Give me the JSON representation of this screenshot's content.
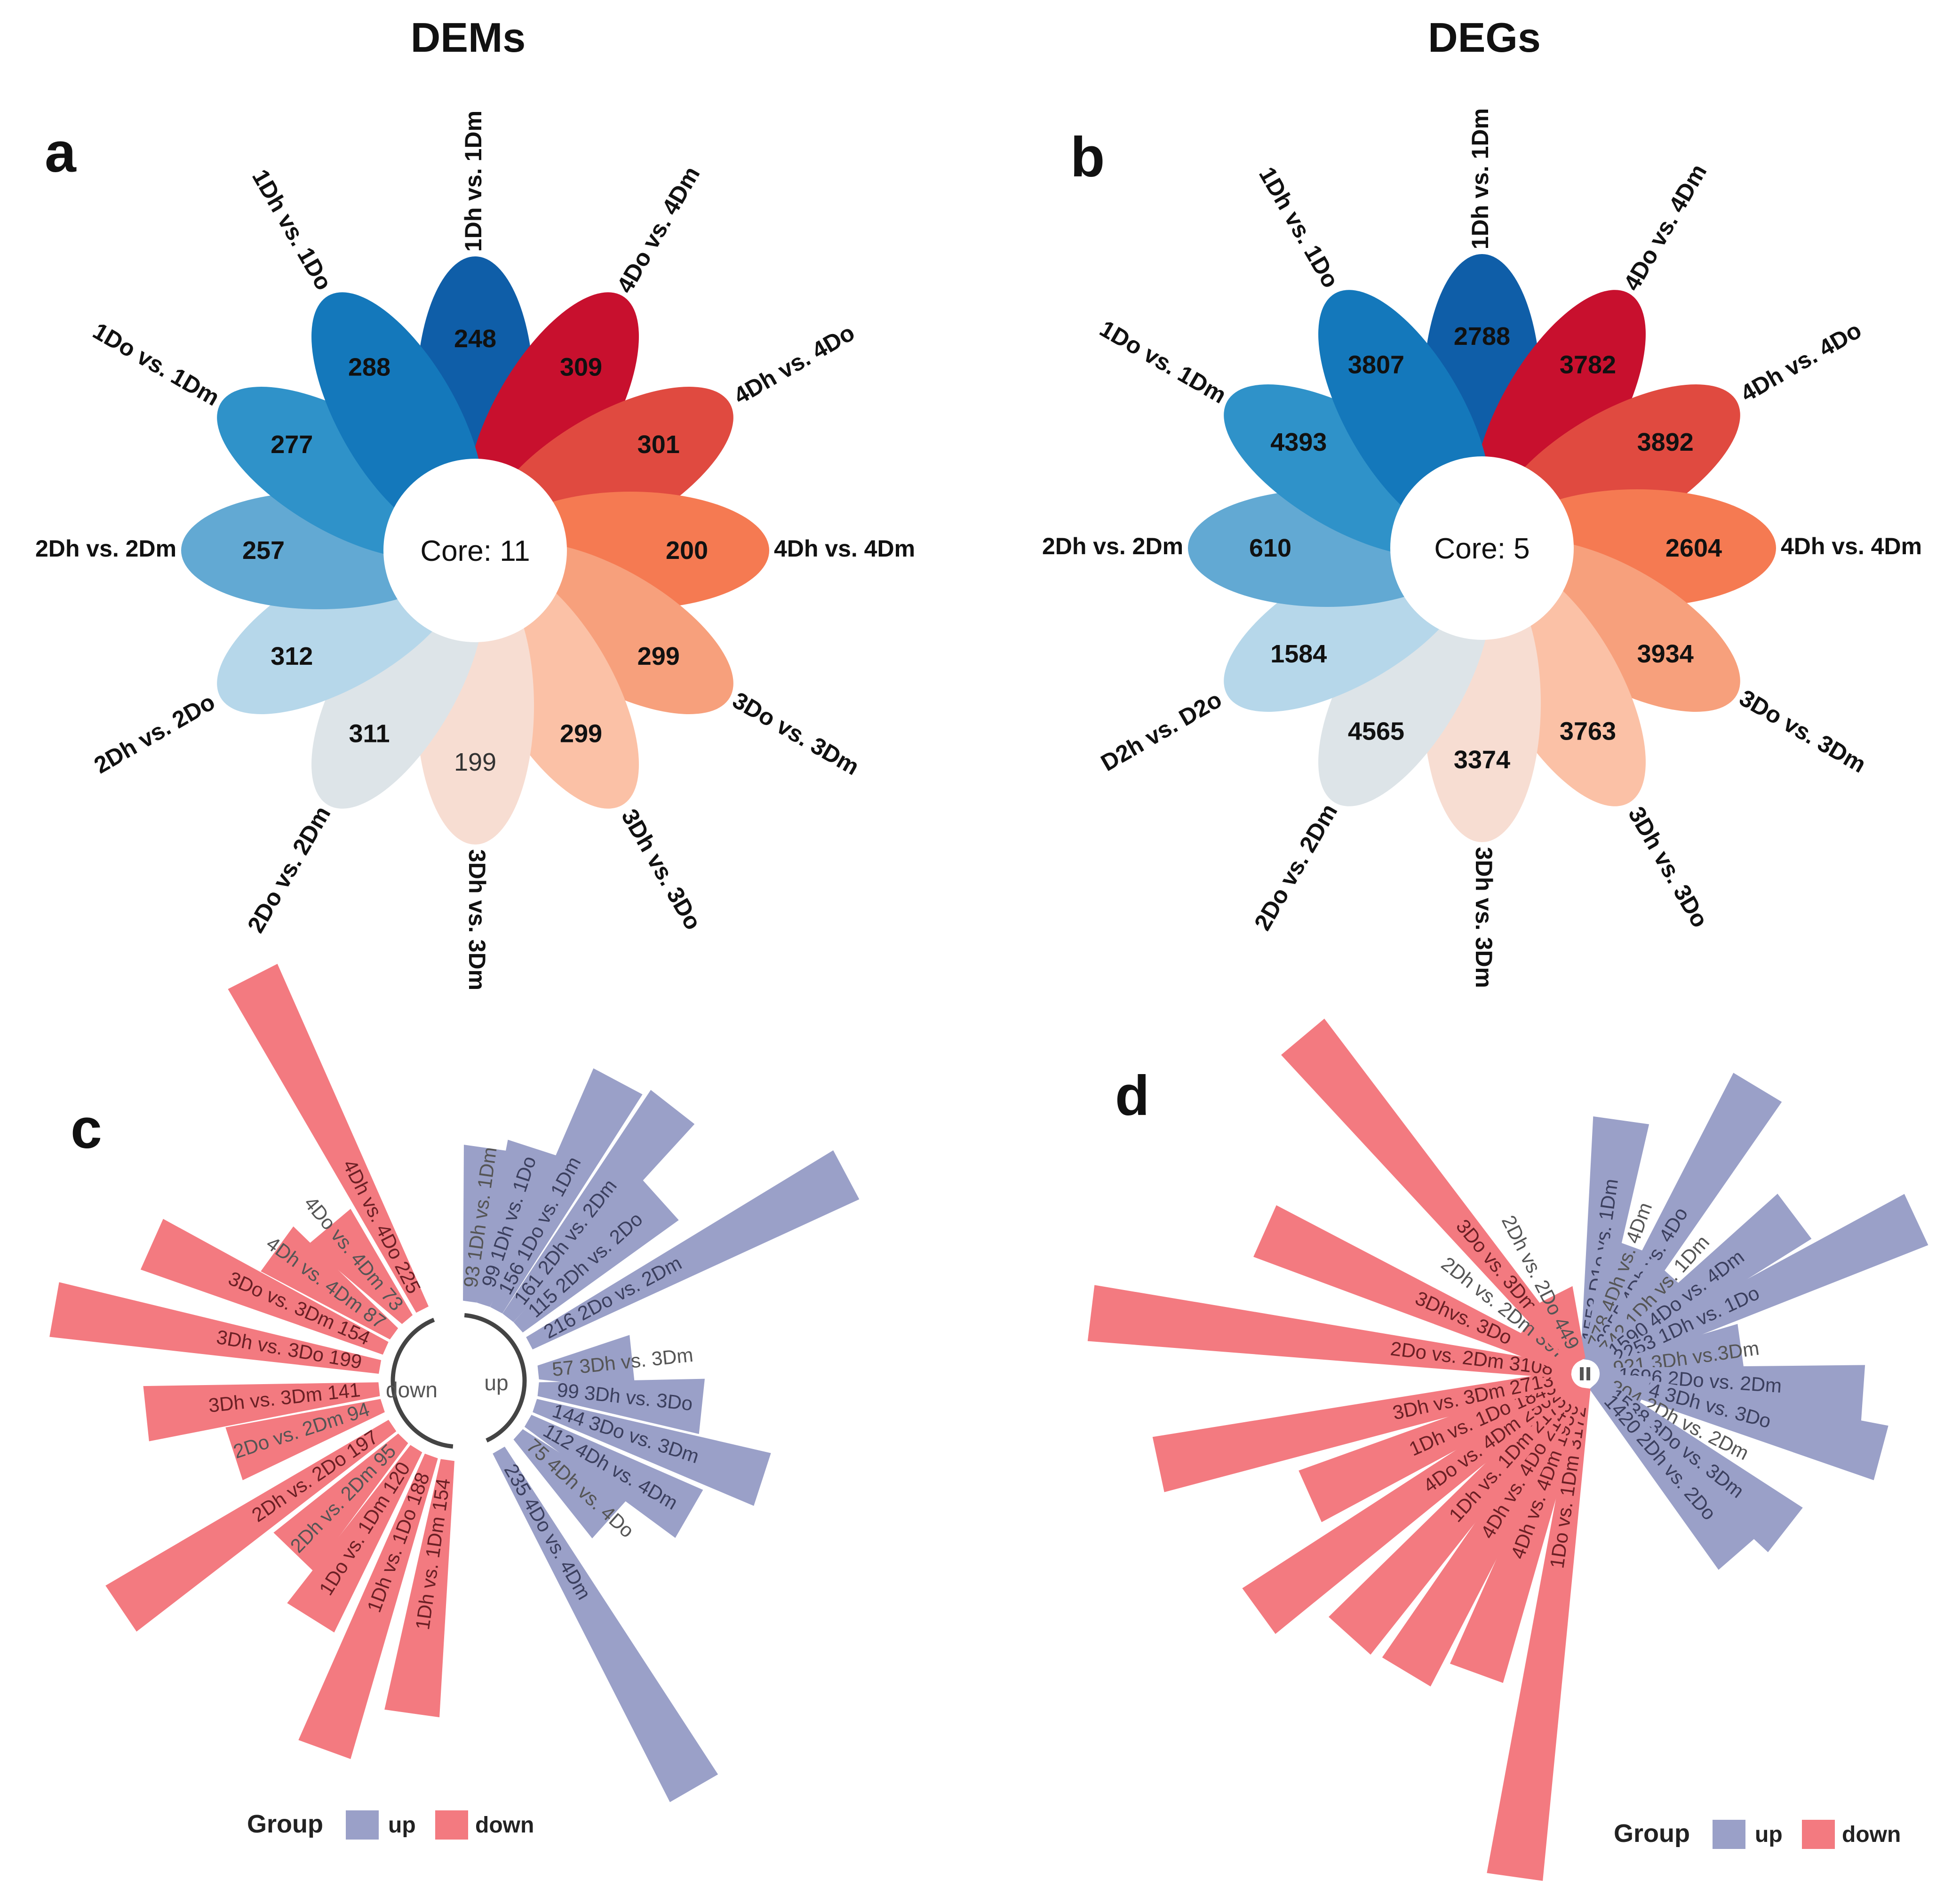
{
  "titles": {
    "left": "DEMs",
    "right": "DEGs"
  },
  "panel_letters": {
    "a": "a",
    "b": "b",
    "c": "c",
    "d": "d"
  },
  "legend": {
    "title": "Group",
    "up_label": "up",
    "down_label": "down",
    "up_color": "#9aa0c8",
    "down_color": "#f37a80"
  },
  "center_words": {
    "up": "up",
    "down": "down"
  },
  "chart_data": [
    {
      "panel": "a",
      "type": "flower",
      "core_label": "Core: 11",
      "petals": [
        {
          "label": "1Dh vs. 1Dm",
          "value": 248,
          "color": "#0f5ea8",
          "angle": 0
        },
        {
          "label": "4Do vs. 4Dm",
          "value": 309,
          "color": "#c8102e",
          "angle": 30
        },
        {
          "label": "4Dh vs. 4Do",
          "value": 301,
          "color": "#e04a40",
          "angle": 60
        },
        {
          "label": "4Dh vs. 4Dm",
          "value": 200,
          "color": "#f57a52",
          "angle": 90
        },
        {
          "label": "3Do vs. 3Dm",
          "value": 299,
          "color": "#f7a07c",
          "angle": 120
        },
        {
          "label": "3Dh vs. 3Do",
          "value": 299,
          "color": "#fbc1a6",
          "angle": 150
        },
        {
          "label": "3Dh vs. 3Dm",
          "value": 199,
          "color": "#f7ddd2",
          "angle": 180
        },
        {
          "label": "2Do vs. 2Dm",
          "value": 311,
          "color": "#dde4e8",
          "angle": 210
        },
        {
          "label": "2Dh vs. 2Do",
          "value": 312,
          "color": "#b6d7ea",
          "angle": 240
        },
        {
          "label": "2Dh vs. 2Dm",
          "value": 257,
          "color": "#62a9d3",
          "angle": 270
        },
        {
          "label": "1Do vs. 1Dm",
          "value": 277,
          "color": "#2f92c9",
          "angle": 300
        },
        {
          "label": "1Dh vs. 1Do",
          "value": 288,
          "color": "#1478bb",
          "angle": 330
        }
      ]
    },
    {
      "panel": "b",
      "type": "flower",
      "core_label": "Core: 5",
      "petals": [
        {
          "label": "1Dh vs. 1Dm",
          "value": 2788,
          "color": "#0f5ea8",
          "angle": 0
        },
        {
          "label": "4Do vs. 4Dm",
          "value": 3782,
          "color": "#c8102e",
          "angle": 30
        },
        {
          "label": "4Dh vs. 4Do",
          "value": 3892,
          "color": "#e04a40",
          "angle": 60
        },
        {
          "label": "4Dh vs. 4Dm",
          "value": 2604,
          "color": "#f57a52",
          "angle": 90
        },
        {
          "label": "3Do vs. 3Dm",
          "value": 3934,
          "color": "#f7a07c",
          "angle": 120
        },
        {
          "label": "3Dh vs. 3Do",
          "value": 3763,
          "color": "#fbc1a6",
          "angle": 150
        },
        {
          "label": "3Dh vs. 3Dm",
          "value": 3374,
          "color": "#f7ddd2",
          "angle": 180
        },
        {
          "label": "2Do vs. 2Dm",
          "value": 4565,
          "color": "#dde4e8",
          "angle": 210
        },
        {
          "label": "D2h vs. D2o",
          "value": 1584,
          "color": "#b6d7ea",
          "angle": 240
        },
        {
          "label": "2Dh vs. 2Dm",
          "value": 610,
          "color": "#62a9d3",
          "angle": 270
        },
        {
          "label": "1Do vs. 1Dm",
          "value": 4393,
          "color": "#2f92c9",
          "angle": 300
        },
        {
          "label": "1Dh vs. 1Do",
          "value": 3807,
          "color": "#1478bb",
          "angle": 330
        }
      ]
    },
    {
      "panel": "c",
      "type": "bar",
      "layout": "radial",
      "bars": [
        {
          "group": "up",
          "label": "93 1Dh vs. 1Dm",
          "value": 93,
          "angle": 8
        },
        {
          "group": "up",
          "label": "99 1Dh vs. 1Do",
          "value": 99,
          "angle": 18
        },
        {
          "group": "up",
          "label": "156 1Do vs. 1Dm",
          "value": 156,
          "angle": 28
        },
        {
          "group": "up",
          "label": "161 2Dh vs. 2Dm",
          "value": 161,
          "angle": 38
        },
        {
          "group": "up",
          "label": "115 2Dh vs. 2Do",
          "value": 115,
          "angle": 48
        },
        {
          "group": "up",
          "label": "216 2Do vs. 2Dm",
          "value": 216,
          "angle": 62
        },
        {
          "group": "up",
          "label": "57 3Dh vs. 3Dm",
          "value": 57,
          "angle": 84
        },
        {
          "group": "up",
          "label": "99 3Dh vs. 3Do",
          "value": 99,
          "angle": 96
        },
        {
          "group": "up",
          "label": "144 3Do vs. 3Dm",
          "value": 144,
          "angle": 108
        },
        {
          "group": "up",
          "label": "112 4Dh vs. 4Dm",
          "value": 112,
          "angle": 120
        },
        {
          "group": "up",
          "label": "75 4Dh vs. 4Do",
          "value": 75,
          "angle": 132
        },
        {
          "group": "up",
          "label": "235 4Do vs. 4Dm",
          "value": 235,
          "angle": 150
        },
        {
          "group": "down",
          "label": "1Dh vs. 1Dm 154",
          "value": 154,
          "angle": 188
        },
        {
          "group": "down",
          "label": "1Dh vs. 1Do 188",
          "value": 188,
          "angle": 200
        },
        {
          "group": "down",
          "label": "1Do vs. 1Dm 120",
          "value": 120,
          "angle": 212
        },
        {
          "group": "down",
          "label": "2Dh vs. 2Dm 95",
          "value": 95,
          "angle": 224
        },
        {
          "group": "down",
          "label": "2Dh vs. 2Do 197",
          "value": 197,
          "angle": 236
        },
        {
          "group": "down",
          "label": "2Do vs. 2Dm 94",
          "value": 94,
          "angle": 252
        },
        {
          "group": "down",
          "label": "3Dh vs. 3Dm 141",
          "value": 141,
          "angle": 264
        },
        {
          "group": "down",
          "label": "3Dh vs. 3Do 199",
          "value": 199,
          "angle": 280
        },
        {
          "group": "down",
          "label": "3Do vs. 3Dm 154",
          "value": 154,
          "angle": 294
        },
        {
          "group": "down",
          "label": "4Dh vs. 4Dm 87",
          "value": 87,
          "angle": 306
        },
        {
          "group": "down",
          "label": "4Do vs. 4Dm 73",
          "value": 73,
          "angle": 320
        },
        {
          "group": "down",
          "label": "4Dh vs. 4Do 225",
          "value": 225,
          "angle": 333
        }
      ]
    },
    {
      "panel": "d",
      "type": "bar",
      "layout": "radial",
      "bars": [
        {
          "group": "up",
          "label": "1553 D1o vs. 1Dm",
          "value": 1553,
          "angle": 8
        },
        {
          "group": "up",
          "label": "778 4Dh vs. 4Dm",
          "value": 778,
          "angle": 20
        },
        {
          "group": "up",
          "label": "2055 4Dh vs. 4Do",
          "value": 2055,
          "angle": 31
        },
        {
          "group": "up",
          "label": "742 1Dh vs. 1Dm",
          "value": 742,
          "angle": 42
        },
        {
          "group": "up",
          "label": "1590 4Do vs. 4Dm",
          "value": 1590,
          "angle": 53
        },
        {
          "group": "up",
          "label": "2253 1Dh vs. 1Do",
          "value": 2253,
          "angle": 65
        },
        {
          "group": "up",
          "label": "921 3Dh vs.3Dm",
          "value": 921,
          "angle": 82
        },
        {
          "group": "up",
          "label": "1696 2Do vs. 2Dm",
          "value": 1696,
          "angle": 94
        },
        {
          "group": "up",
          "label": "1874 3Dh vs. 3Do",
          "value": 1874,
          "angle": 105
        },
        {
          "group": "up",
          "label": "304 2Dh vs. 2Dm",
          "value": 304,
          "angle": 117
        },
        {
          "group": "up",
          "label": "1538 3Do vs. 3Dm",
          "value": 1538,
          "angle": 128
        },
        {
          "group": "up",
          "label": "1420 2Dh vs. 2Do",
          "value": 1420,
          "angle": 139
        },
        {
          "group": "down",
          "label": "1Do vs. 1Dm 3172",
          "value": 3172,
          "angle": 188
        },
        {
          "group": "down",
          "label": "4Dh vs. 4Dm 1956",
          "value": 1956,
          "angle": 200
        },
        {
          "group": "down",
          "label": "4Dh vs. 4Do 2143",
          "value": 2143,
          "angle": 211
        },
        {
          "group": "down",
          "label": "1Dh vs. 1Dm 2173",
          "value": 2173,
          "angle": 222
        },
        {
          "group": "down",
          "label": "4Do vs. 4Dm 2502",
          "value": 2502,
          "angle": 234
        },
        {
          "group": "down",
          "label": "1Dh vs. 1Do 1845",
          "value": 1845,
          "angle": 246
        },
        {
          "group": "down",
          "label": "3Dh vs. 3Dm 2713",
          "value": 2713,
          "angle": 258
        },
        {
          "group": "down",
          "label": "2Do vs. 2Dm 3108",
          "value": 3108,
          "angle": 277
        },
        {
          "group": "down",
          "label": "3Dhvs. 3Do 2163",
          "value": 2163,
          "angle": 294
        },
        {
          "group": "down",
          "label": "2Dh vs. 2Dm 397",
          "value": 397,
          "angle": 308
        },
        {
          "group": "down",
          "label": "3Do vs. 3Dm 2734",
          "value": 2734,
          "angle": 320
        },
        {
          "group": "down",
          "label": "2Dh vs. 2Do 449",
          "value": 449,
          "angle": 333
        }
      ]
    }
  ]
}
